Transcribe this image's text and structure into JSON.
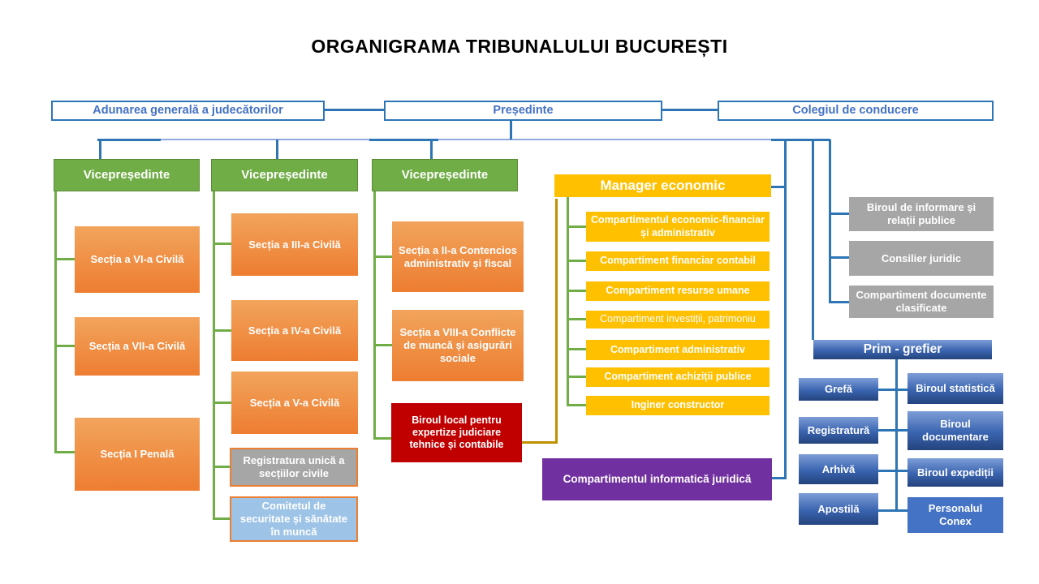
{
  "title": "ORGANIGRAMA TRIBUNALULUI BUCUREȘTI",
  "top": {
    "adunarea": "Adunarea generală a judecătorilor",
    "presedinte": "Președinte",
    "colegiu": "Colegiul de conducere"
  },
  "vice": {
    "v1": "Vicepreședinte",
    "v2": "Vicepreședinte",
    "v3": "Vicepreședinte"
  },
  "col1": {
    "s6": "Secția a VI-a Civilă",
    "s7": "Secția a VII-a Civilă",
    "penala": "Secția I Penală"
  },
  "col2": {
    "s3": "Secția a III-a Civilă",
    "s4": "Secția a IV-a Civilă",
    "s5": "Secția a V-a Civilă",
    "registratura": "Registratura unică a secțiilor civile",
    "comitet": "Comitetul de securitate și sănătate în muncă"
  },
  "col3": {
    "s2": "Secția a II-a Contencios administrativ și fiscal",
    "s8": "Secția a VIII-a Conflicte de muncă și asigurări sociale",
    "expertize": "Biroul local pentru expertize judiciare tehnice și contabile"
  },
  "economic": {
    "manager": "Manager economic",
    "c1": "Compartimentul economic-financiar și administrativ",
    "c2": "Compartiment financiar contabil",
    "c3": "Compartiment resurse umane",
    "c4": "Compartiment investiții, patrimoniu",
    "c5": "Compartiment administrativ",
    "c6": "Compartiment achiziții publice",
    "c7": "Inginer constructor"
  },
  "informatica": "Compartimentul informatică juridică",
  "right": {
    "informare": "Biroul de informare și relații publice",
    "consilier": "Consilier juridic",
    "clasificate": "Compartiment documente clasificate"
  },
  "grefier": {
    "title": "Prim - grefier",
    "left": [
      "Grefă",
      "Registratură",
      "Arhivă",
      "Apostilă"
    ],
    "right": [
      "Biroul statistică",
      "Biroul documentare",
      "Biroul expediții",
      "Personalul Conex"
    ]
  },
  "colors": {
    "blue_accent": "#2E75B6",
    "blue_text": "#4472C4",
    "green": "#70AD47",
    "orange": "#ED7D31",
    "yellow": "#FFC000",
    "red": "#C00000",
    "purple": "#7030A0",
    "gray": "#A6A6A6",
    "light_blue": "#9DC3E6",
    "gold_connector": "#BF9000"
  }
}
